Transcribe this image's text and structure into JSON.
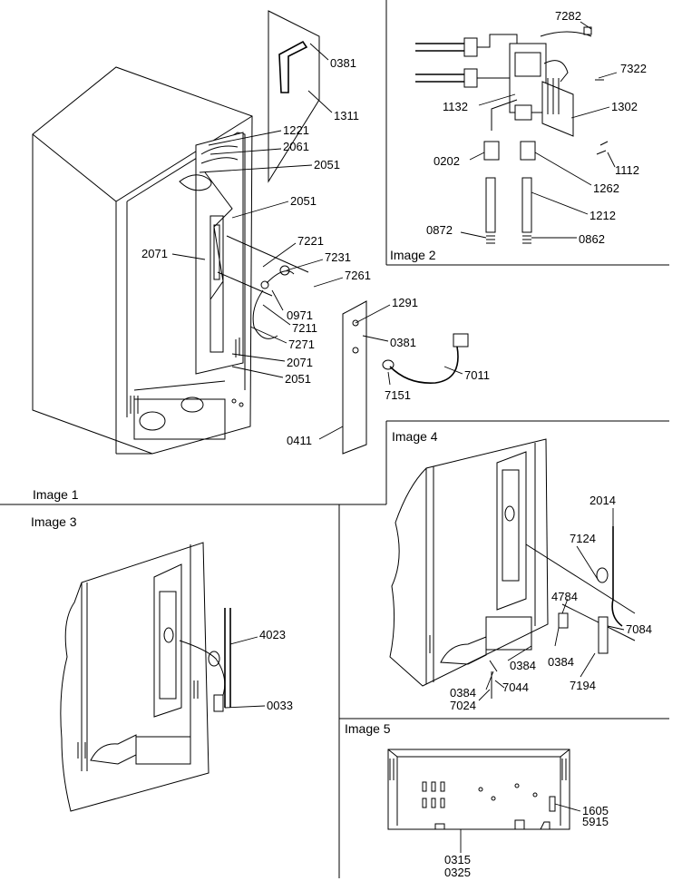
{
  "panels": {
    "image1": {
      "title": "Image 1",
      "callouts": [
        "0381",
        "1311",
        "1221",
        "2061",
        "2051",
        "2051",
        "2071",
        "7221",
        "7231",
        "7261",
        "0971",
        "7211",
        "7271",
        "2071",
        "2051",
        "1291",
        "0381",
        "7011",
        "7151",
        "0411"
      ]
    },
    "image2": {
      "title": "Image 2",
      "callouts": [
        "7282",
        "7322",
        "1132",
        "1302",
        "0202",
        "1112",
        "1262",
        "1212",
        "0872",
        "0862"
      ]
    },
    "image3": {
      "title": "Image 3",
      "callouts": [
        "4023",
        "0033"
      ]
    },
    "image4": {
      "title": "Image 4",
      "callouts": [
        "2014",
        "7124",
        "4784",
        "7084",
        "0384",
        "0384",
        "0384",
        "7044",
        "7024",
        "7194"
      ]
    },
    "image5": {
      "title": "Image 5",
      "callouts": [
        "1605",
        "5915",
        "0315",
        "0325"
      ]
    }
  }
}
